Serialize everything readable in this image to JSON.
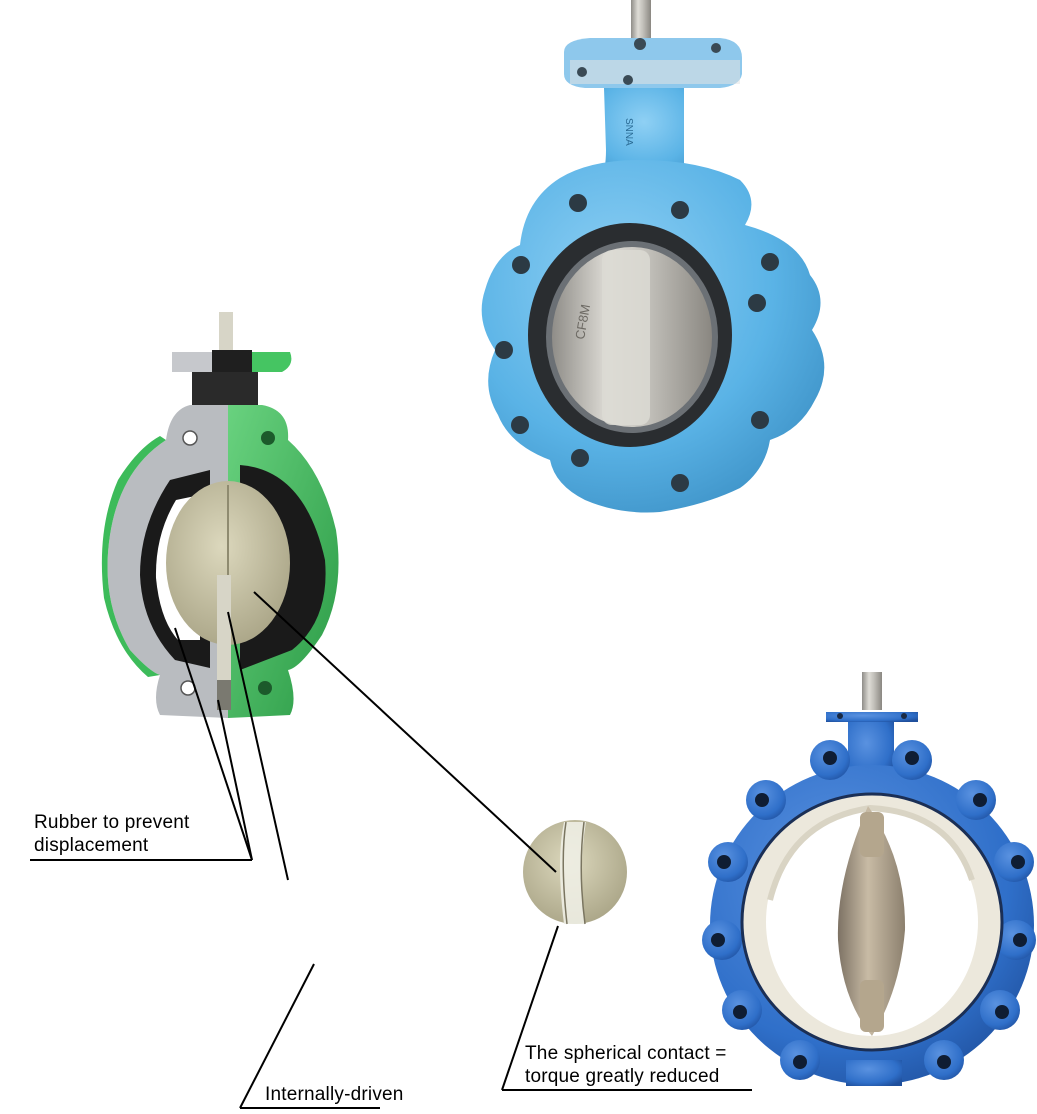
{
  "colors": {
    "light_blue_body": "#5ab3e6",
    "deep_blue_body": "#2f6fc9",
    "green_body": "#3dbb5a",
    "grey_section": "#b9bcc0",
    "rubber_black": "#1a1a1a",
    "disc_beige": "#c9c4a4",
    "steel": "#c2c0ba",
    "ptfe_liner": "#ece8dc"
  },
  "icons": {
    "valve_a": "lug-butterfly-valve-light-blue",
    "valve_b": "cutaway-butterfly-valve-green",
    "valve_c": "lug-butterfly-valve-dark-blue",
    "disc": "spherical-disc-detail"
  },
  "casting_mark": "SNNA",
  "disc_mark": "CF8M",
  "callouts": {
    "rubber_line1": "Rubber to prevent",
    "rubber_line2": "displacement",
    "internal": "Internally-driven",
    "spherical_line1": "The spherical contact =",
    "spherical_line2": "torque greatly reduced"
  }
}
